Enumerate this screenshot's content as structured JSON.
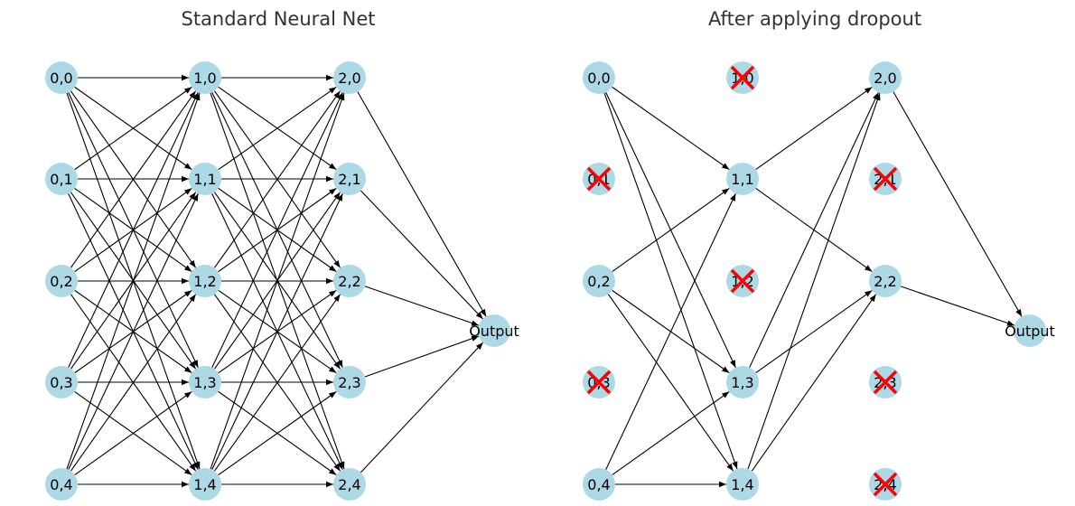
{
  "colors": {
    "node_fill": "#add8e6",
    "edge": "#000000",
    "dropout_cross": "#ff0000",
    "title": "#333333"
  },
  "panels": [
    {
      "id": "standard",
      "title": "Standard Neural Net",
      "layers": [
        [
          "0,0",
          "0,1",
          "0,2",
          "0,3",
          "0,4"
        ],
        [
          "1,0",
          "1,1",
          "1,2",
          "1,3",
          "1,4"
        ],
        [
          "2,0",
          "2,1",
          "2,2",
          "2,3",
          "2,4"
        ]
      ],
      "output_label": "Output",
      "dropped": [],
      "edges": "fully-connected"
    },
    {
      "id": "dropout",
      "title": "After applying dropout",
      "layers": [
        [
          "0,0",
          "0,1",
          "0,2",
          "0,3",
          "0,4"
        ],
        [
          "1,0",
          "1,1",
          "1,2",
          "1,3",
          "1,4"
        ],
        [
          "2,0",
          "2,1",
          "2,2",
          "2,3",
          "2,4"
        ]
      ],
      "output_label": "Output",
      "dropped": [
        "0,1",
        "0,3",
        "1,0",
        "1,2",
        "2,1",
        "2,3",
        "2,4"
      ],
      "edges": "active-only"
    }
  ]
}
